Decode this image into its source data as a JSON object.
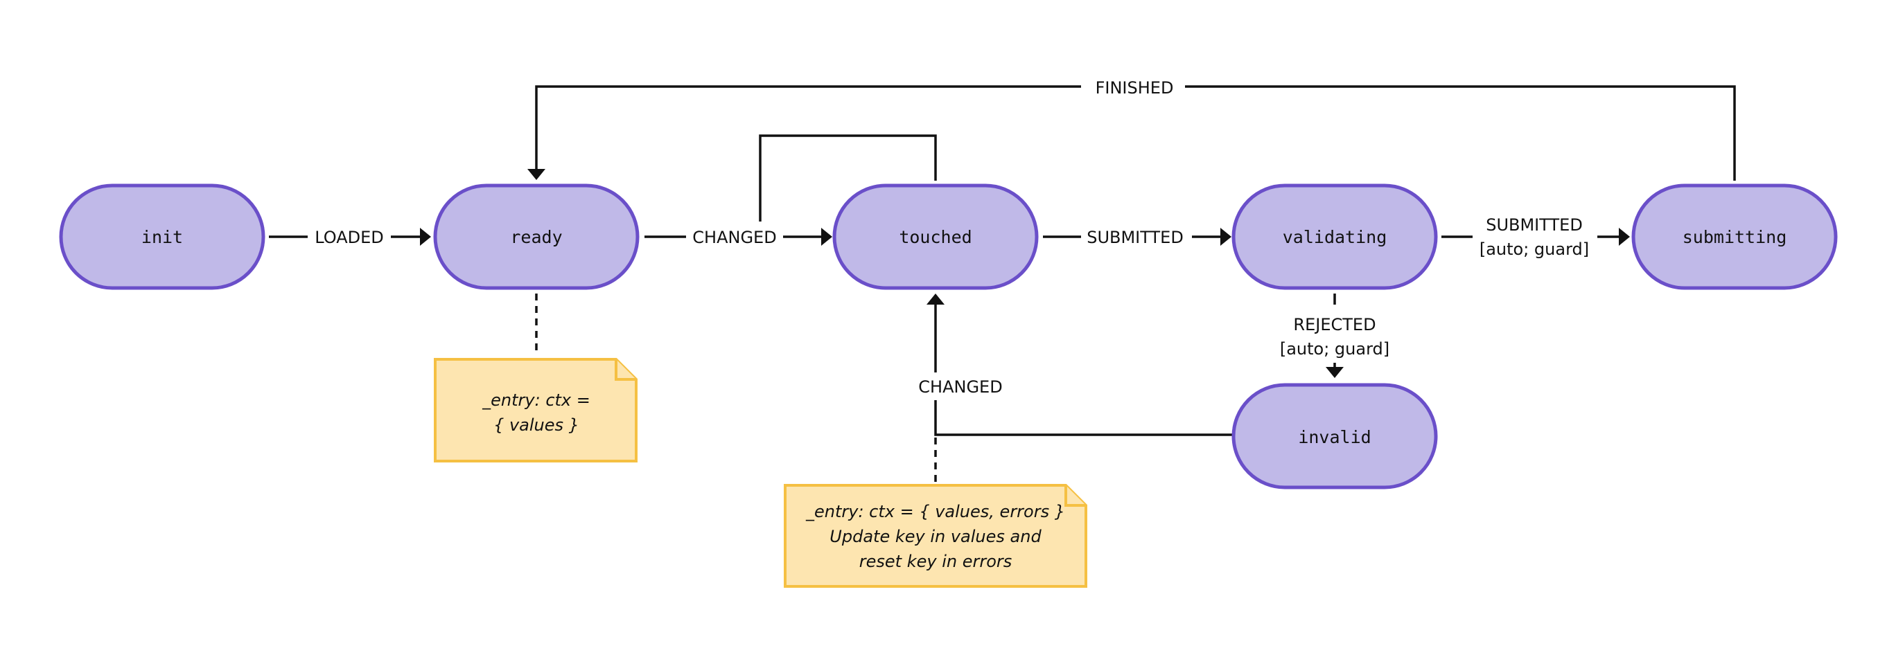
{
  "states": {
    "init": "init",
    "ready": "ready",
    "touched": "touched",
    "validating": "validating",
    "submitting": "submitting",
    "invalid": "invalid"
  },
  "transitions": {
    "loaded": "LOADED",
    "changed_ready": "CHANGED",
    "submitted_touched": "SUBMITTED",
    "submitted_guard_line1": "SUBMITTED",
    "submitted_guard_line2": "[auto; guard]",
    "finished": "FINISHED",
    "rejected_line1": "REJECTED",
    "rejected_line2": "[auto; guard]",
    "changed_invalid": "CHANGED"
  },
  "notes": {
    "ready_line1": "_entry: ctx =",
    "ready_line2": "{ values }",
    "touched_line1": "_entry: ctx = { values, errors }",
    "touched_line2": "Update key in values and",
    "touched_line3": "reset key in errors"
  },
  "colors": {
    "state_fill": "#c0b9e8",
    "state_stroke": "#6a4fc9",
    "note_fill": "#fde5b0",
    "note_stroke": "#f5c043"
  }
}
